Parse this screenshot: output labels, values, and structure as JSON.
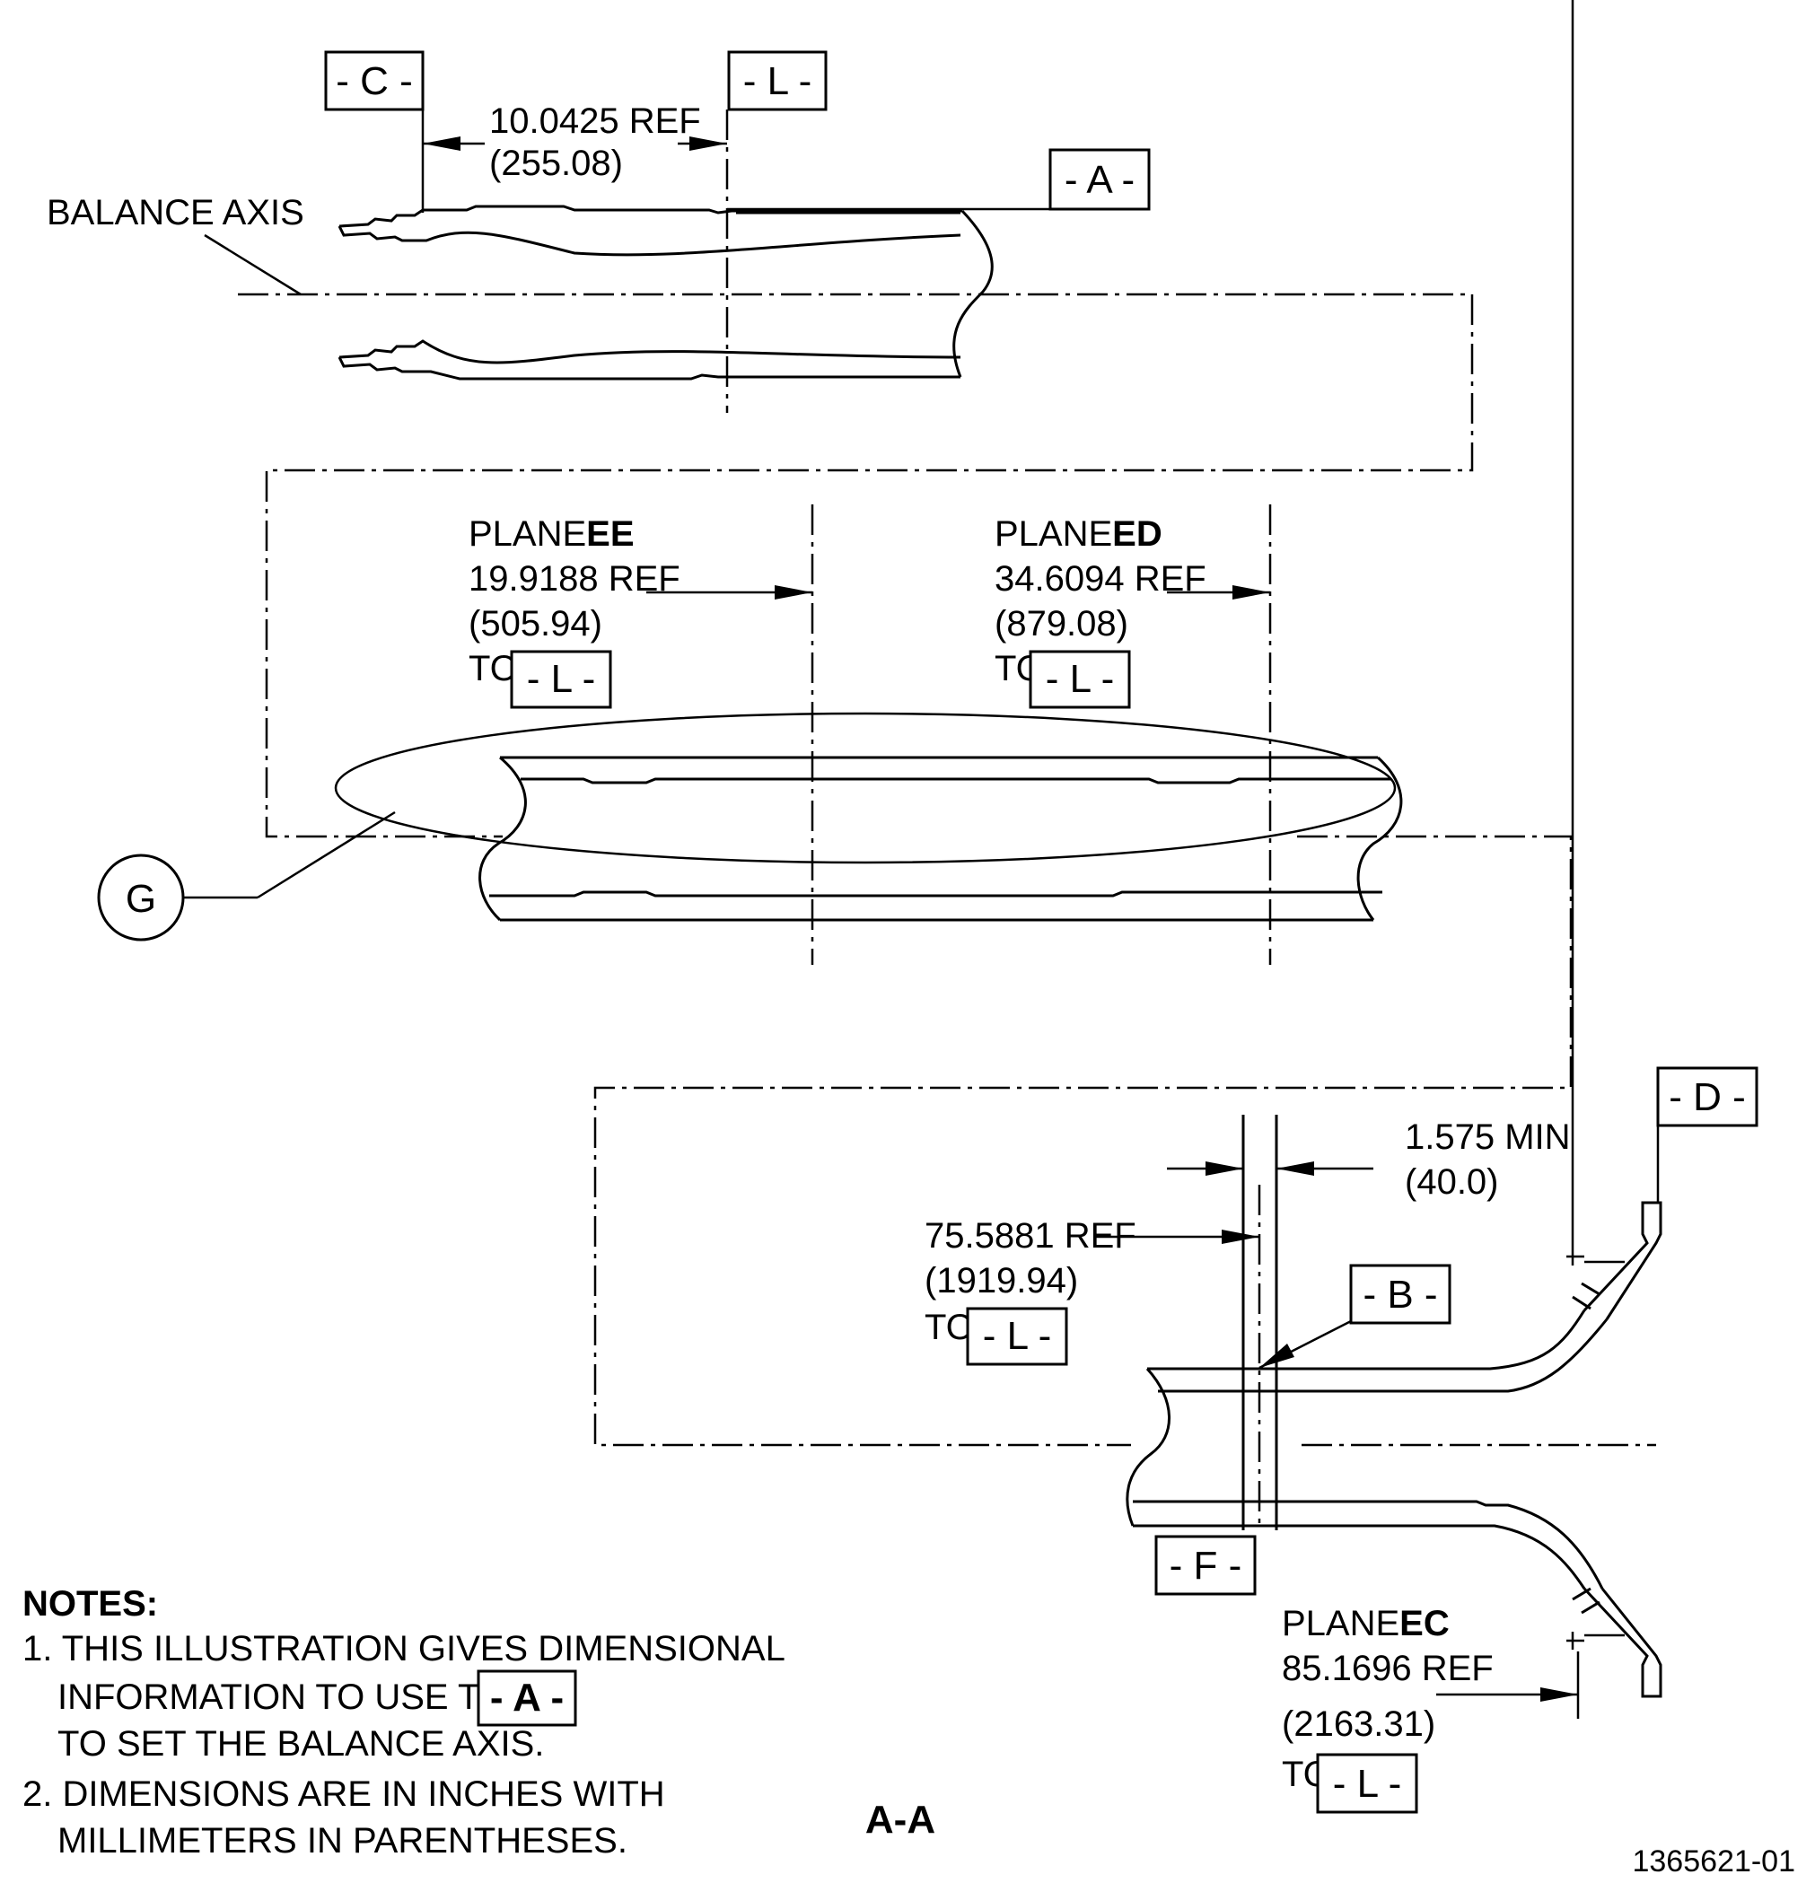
{
  "datums": {
    "c": "- C -",
    "l": "- L -",
    "a": "- A -",
    "b": "- B -",
    "d": "- D -",
    "f": "- F -"
  },
  "labels": {
    "balance_axis": "BALANCE AXIS",
    "dim_c_to_l": "10.0425 REF",
    "dim_c_to_l_mm": "(255.08)",
    "plane_prefix": "PLANE",
    "plane_ee": "EE",
    "plane_ee_in": "19.9188 REF",
    "plane_ee_mm": "(505.94)",
    "plane_ed": "ED",
    "plane_ed_in": "34.6094 REF",
    "plane_ed_mm": "(879.08)",
    "plane_ec": "EC",
    "plane_ec_in": "85.1696 REF",
    "plane_ec_mm": "(2163.31)",
    "to": "TO",
    "dim_b_in": "75.5881 REF",
    "dim_b_mm": "(1919.94)",
    "min_in": "1.575 MIN",
    "min_mm": "(40.0)",
    "detail": "G",
    "section": "A-A",
    "figure_id": "1365621-01"
  },
  "notes": {
    "heading": "NOTES:",
    "n1_a": "1. THIS ILLUSTRATION GIVES DIMENSIONAL",
    "n1_b": "INFORMATION TO USE THE",
    "n1_datum": "- A -",
    "n1_c": "TO SET THE BALANCE AXIS.",
    "n2_a": "2. DIMENSIONS ARE IN INCHES WITH",
    "n2_b": "MILLIMETERS IN PARENTHESES."
  }
}
